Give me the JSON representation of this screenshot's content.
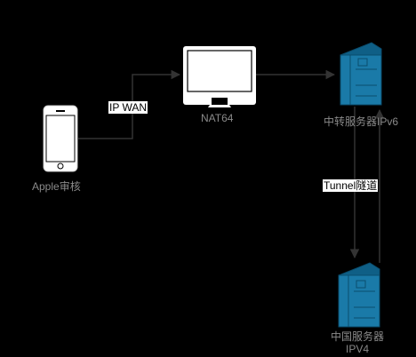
{
  "nodes": {
    "phone": {
      "label": "Apple审核",
      "icon": "smartphone-icon"
    },
    "nat64": {
      "label": "NAT64",
      "icon": "monitor-icon"
    },
    "relay_server": {
      "label": "中转服务器IPv6",
      "icon": "server-icon"
    },
    "china_server": {
      "label_line1": "中国服务器",
      "label_line2": "IPV4",
      "icon": "server-icon"
    }
  },
  "edges": {
    "phone_to_nat64": {
      "label": "IP WAN"
    },
    "tunnel": {
      "label": "Tunnel隧道"
    }
  },
  "colors": {
    "background": "#000000",
    "line": "#333333",
    "server_fill": "#1a7aa8",
    "server_dark": "#0f5f86",
    "server_edge": "#0a4d6e",
    "label": "#8a8a8a",
    "device_white": "#ffffff"
  }
}
